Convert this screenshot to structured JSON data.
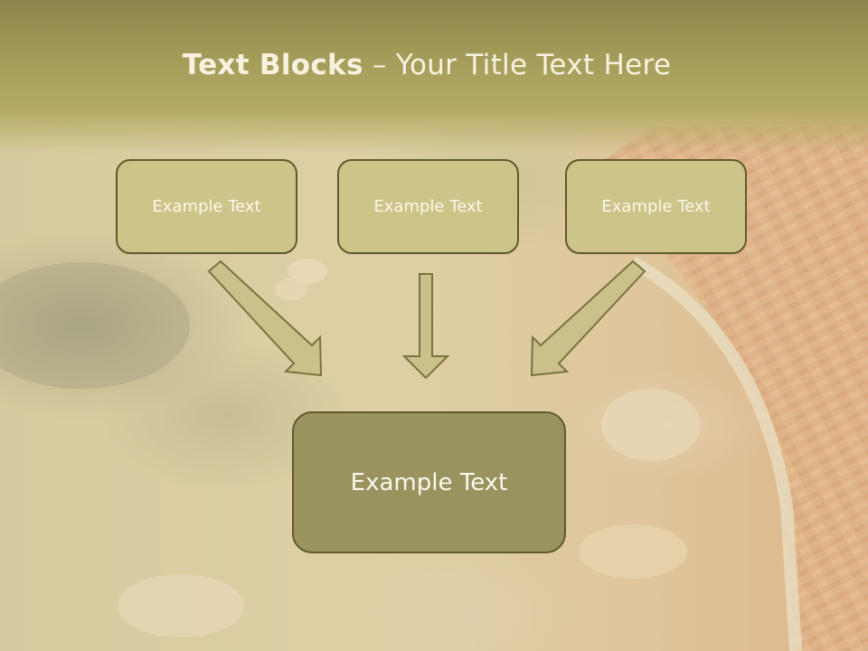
{
  "slide": {
    "title_bold": "Text Blocks",
    "title_dash": " – ",
    "title_rest": "Your Title Text Here"
  },
  "blocks": {
    "top_left": "Example Text",
    "top_center": "Example Text",
    "top_right": "Example Text",
    "bottom_center": "Example Text"
  },
  "background": {
    "description_icon": "garden-pond-photo-icon"
  },
  "colors": {
    "header": "#a49c5a",
    "box_fill": "#ccc488",
    "box_border": "#5f5a2b",
    "big_box_fill": "#98935f",
    "arrow_fill": "#c9c08a",
    "text": "#fbf8ec"
  }
}
